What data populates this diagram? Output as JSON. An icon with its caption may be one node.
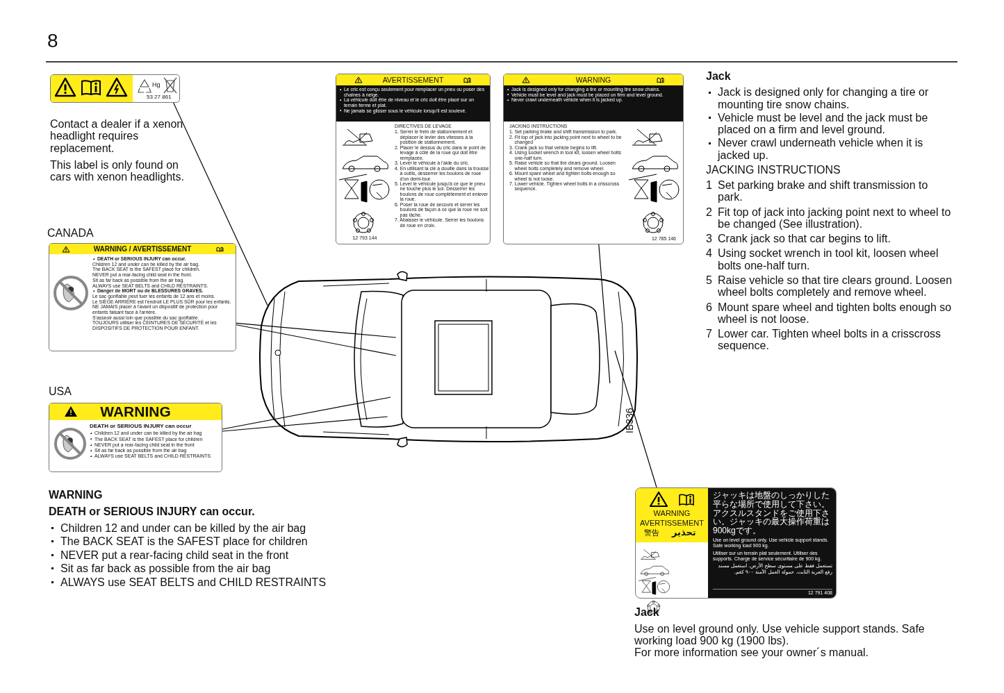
{
  "diagram": {
    "nodes": [
      {
        "text": [
          "Hg",
          "53 27 861"
        ]
      },
      {
        "text": [
          "WARNING / AVERTISSEMENT",
          "DEATH or SERIOUS INJURY can occur.",
          "Children 12 and under can be killed by the air bag.",
          "The BACK SEAT is the SAFEST place for children.",
          "NEVER put a rear-facing child seat in the front.",
          "Sit as far back as possible from the air bag.",
          "ALWAYS use SEAT BELTS and CHILD RESTRAINTS.",
          "Danger de MORT ou de BLESSURES GRAVES.",
          "Le sac gonflable peut tuer les enfants de 12 ans et moins.",
          "Le SIÈGE ARRIÈRE est l'endroit LE PLUS SÛR pour les enfants.",
          "NE JAMAIS placer à l'avant un dispositif de protection pour enfants faisant face à l'arrière.",
          "S'asseoir aussi loin que possible du sac gonflable.",
          "TOUJOURS utiliser les CEINTURES DE SÉCURITÉ et les DISPOSITIFS DE PROTECTION POUR ENFANT."
        ]
      },
      {
        "text": [
          "WARNING",
          "DEATH or SERIOUS INJURY can occur",
          "Children 12 and under can be killed by the air bag",
          "The BACK SEAT is the SAFEST place for children",
          "NEVER put a rear-facing child seat in the front",
          "Sit as far back as possible from the air bag",
          "ALWAYS use SEAT BELTS and CHILD RESTRAINTS"
        ]
      },
      {
        "text": [
          "AVERTISSEMENT",
          "Le cric est conçu seulement pour remplacer un pneu ou poser des chaînes à neige.",
          "La véhicule doit être de niveau et le cric doit être placé sur un terrain ferme et plat.",
          "Ne jamais se glisser sous le véhicule lorsqu'il est soulevé.",
          "DIRECTIVES DE LEVAGE",
          "1. Serrer le frein de stationnement et déplacer le levier des vitesses à la position de stationnement.",
          "2. Placer le dessus du cric dans le point de levage à côté de la roue qui doit être remplacée.",
          "3. Lever le véhicule à l'aide du cric.",
          "4. En utilisant la clé à douille dans la trousse à outils, desserrer les boulons de roue d'un demi-tour.",
          "5. Lever le véhicule jusqu'à ce que le pneu ne touche plus le sol. Desserrer les boulons de roue complètement et enlever la roue.",
          "6. Poser la roue de secours et serrer les boulons de façon à ce que la roue ne soit pas lâche.",
          "7. Abaisser le véhicule. Serrer les boulons de roue en croix.",
          "12 793 144"
        ]
      },
      {
        "text": [
          "WARNING",
          "Jack is designed only for changing a tire or mounting tire snow chains.",
          "Vehicle must be level and jack must be placed on firm and level ground.",
          "Never crawl underneath vehicle when it is jacked up.",
          "JACKING INSTRUCTIONS",
          "1. Set parking brake and shift transmission to park.",
          "2. Fit top of jack into jacking point next to wheel to be changed",
          "3. Crank jack so that vehicle begins to lift.",
          "4. Using socket wrench in tool kit, loosen wheel bolts one-half turn.",
          "5. Raise vehicle so that tire clears ground. Loosen wheel bolts completely and remove wheel.",
          "6. Mount spare wheel and tighten bolts enough so wheel is not loose.",
          "7. Lower vehicle. Tighten wheel bolts in a crisscross sequence.",
          "12 785 146"
        ]
      },
      {
        "text": [
          "WARNING",
          "AVERTISSEMENT",
          "警告",
          "تحذير",
          "ジャッキは地盤のしっかりした平らな場所で使用して下さい。アクスルスタンドをご使用下さい。ジャッキの最大操作荷重は900kgです。",
          "Use on level ground only. Use vehicle support stands. Safe working load 900 kg.",
          "Utiliser sur un terrain plat seulement. Utiliser des supports. Charge de service sécuritaire de 900 kg.",
          "تستعمل فقط على مستوى سطح الأرض. استعمل مسند رفع العربة الثابت. حمولة العمل الآمنة ٩٠٠ كغم.",
          "12 791 408"
        ]
      },
      {
        "text": [],
        "shape": "picture"
      }
    ],
    "edges": [
      {
        "from": 0,
        "to": 6,
        "arrow": "none"
      },
      {
        "from": 1,
        "to": 6,
        "arrow": "none"
      },
      {
        "from": 1,
        "to": 6,
        "arrow": "none"
      },
      {
        "from": 2,
        "to": 6,
        "arrow": "none"
      },
      {
        "from": 2,
        "to": 6,
        "arrow": "none"
      },
      {
        "from": 4,
        "to": 6,
        "arrow": "none"
      },
      {
        "from": 5,
        "to": 6,
        "arrow": "none"
      }
    ],
    "labels": [
      "8",
      "Contact a dealer if a xenon headlight requires replacement.",
      "This label is only found on cars with xenon headlights.",
      "CANADA",
      "USA",
      "WARNING",
      "DEATH or SERIOUS INJURY can occur.",
      "Children 12 and under can be killed by the air bag",
      "The BACK SEAT is the SAFEST place for children",
      "NEVER put a rear-facing child seat in the front",
      "Sit as far back as possible from the air bag",
      "ALWAYS use SEAT BELTS and CHILD RESTRAINTS",
      "Jack",
      "Jack is designed only for changing a tire or mounting tire snow chains.",
      "Vehicle must be level and the jack must be placed on a firm and level ground.",
      "Never crawl underneath vehicle when it is jacked up.",
      "JACKING INSTRUCTIONS",
      "1",
      "Set parking brake and shift transmission to park.",
      "2",
      "Fit top of jack into jacking point next to wheel to be changed (See illustration).",
      "3",
      "Crank jack so that car begins to lift.",
      "4",
      "Using socket wrench in tool kit, loosen wheel bolts one-half turn.",
      "5",
      "Raise vehicle so that tire clears ground. Loosen wheel bolts completely and remove wheel.",
      "6",
      "Mount spare wheel and tighten bolts enough so wheel is not loose.",
      "7",
      "Lower car. Tighten wheel bolts in a crisscross sequence.",
      "Jack",
      "Use on level ground only. Use vehicle support stands. Safe working load 900 kg (1900 lbs).",
      "For more information see your owner´s manual.",
      "IB336"
    ]
  }
}
